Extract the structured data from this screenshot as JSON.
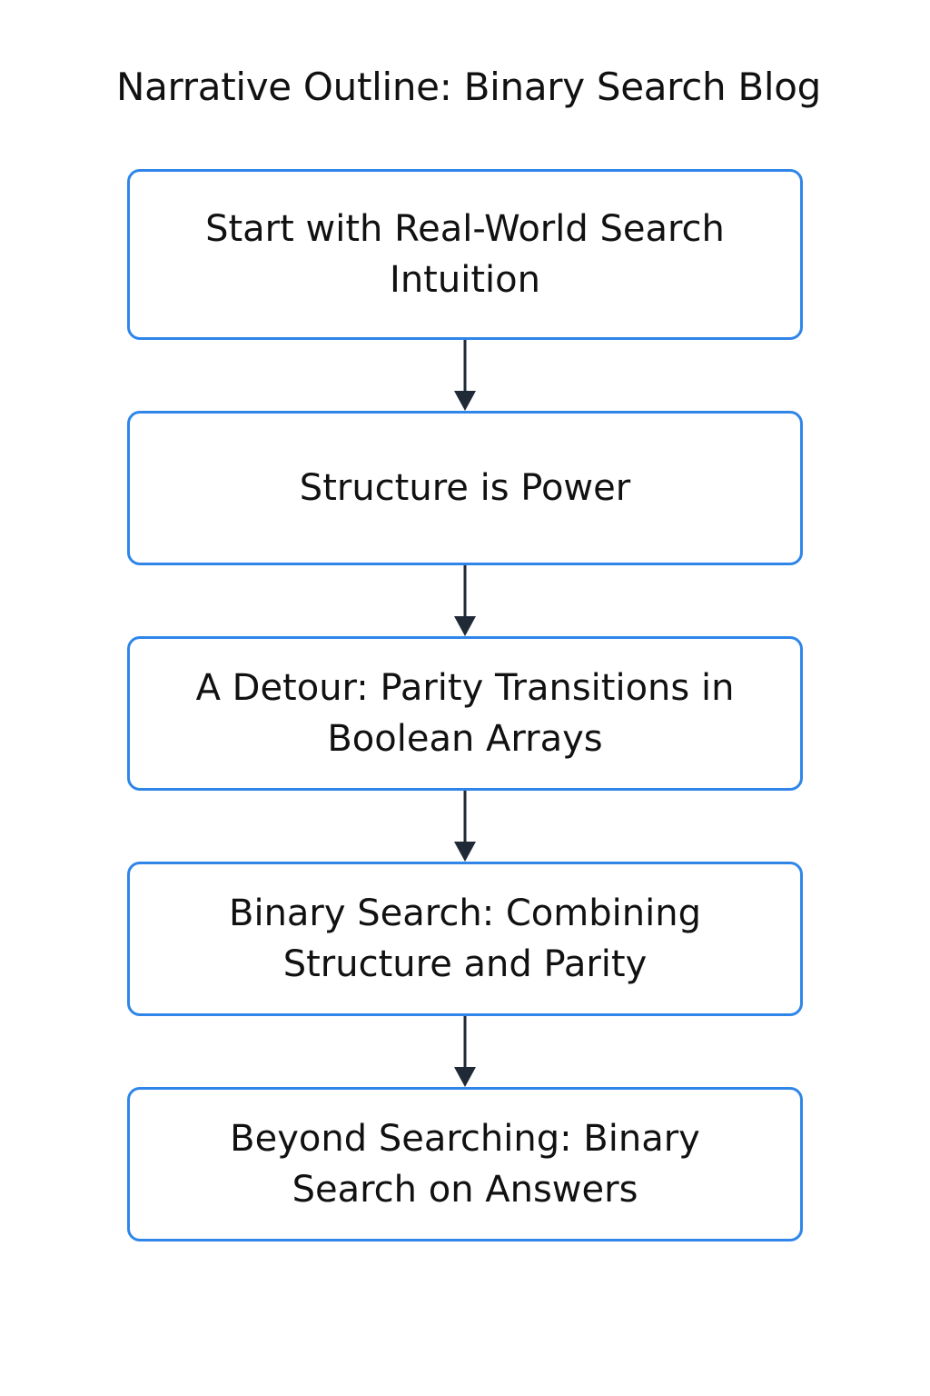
{
  "title": "Narrative Outline: Binary Search Blog",
  "colors": {
    "box_border": "#2f86e8",
    "arrow": "#1f2a36",
    "text": "#111111",
    "background": "#ffffff"
  },
  "steps": [
    {
      "label": "Start with Real-World Search Intuition"
    },
    {
      "label": "Structure is Power"
    },
    {
      "label": "A Detour: Parity Transitions in Boolean Arrays"
    },
    {
      "label": "Binary Search: Combining Structure and Parity"
    },
    {
      "label": "Beyond Searching: Binary Search on Answers"
    }
  ]
}
